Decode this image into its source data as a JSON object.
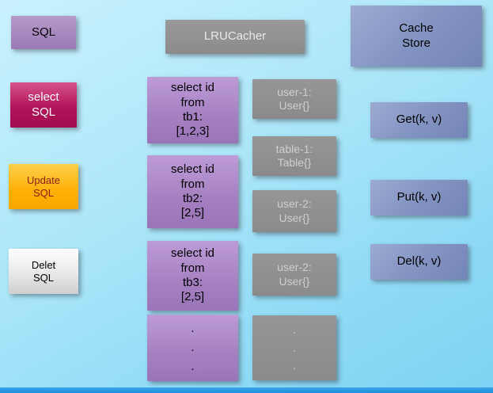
{
  "colors": {
    "background_top": "#c9f1fd",
    "background_bottom": "#7ed2f3",
    "bottom_bar": "#2d9ae2",
    "purple_node": "#9a7ab5",
    "magenta_node": "#b2145a",
    "orange_node": "#ffb005",
    "white_node": "#e8e8e8",
    "gray_node": "#8b8b8b",
    "slate_node": "#8494c2",
    "query_node": "#a580c1"
  },
  "header": {
    "sql": "SQL",
    "lrucacher": "LRUCacher",
    "cache_store": "Cache\nStore"
  },
  "sql_ops": [
    {
      "id": "select",
      "label": "select\nSQL"
    },
    {
      "id": "update",
      "label": "Update\nSQL"
    },
    {
      "id": "delete",
      "label": "Delet\nSQL"
    }
  ],
  "queries": [
    {
      "text": "select id\nfrom\ntb1:\n[1,2,3]"
    },
    {
      "text": "select id\nfrom\ntb2:\n[2,5]"
    },
    {
      "text": "select id\nfrom\ntb3:\n[2,5]"
    },
    {
      "text": ".\n.\n."
    }
  ],
  "cache_entries": [
    {
      "text": "user-1:\nUser{}"
    },
    {
      "text": "table-1:\nTable{}"
    },
    {
      "text": "user-2:\nUser{}"
    },
    {
      "text": "user-2:\nUser{}"
    },
    {
      "text": ".\n.\n."
    }
  ],
  "cache_ops": [
    {
      "label": "Get(k, v)"
    },
    {
      "label": "Put(k, v)"
    },
    {
      "label": "Del(k, v)"
    }
  ]
}
